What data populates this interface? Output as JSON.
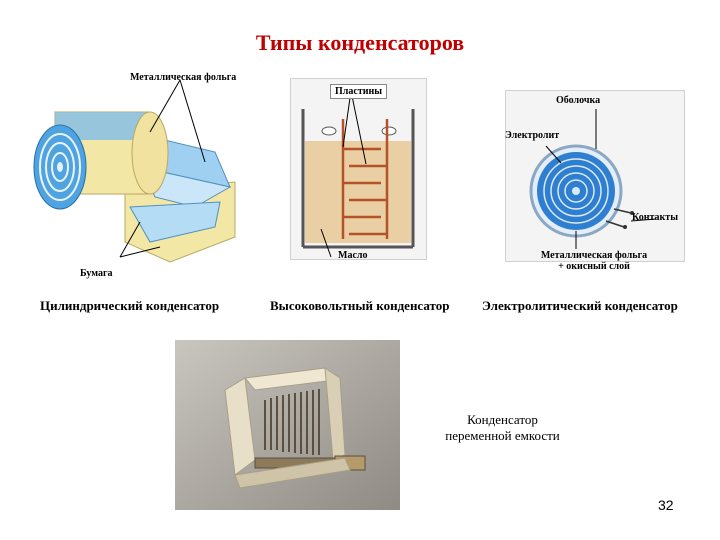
{
  "title": "Типы конденсаторов",
  "cylindrical": {
    "label_foil": "Металлическая фольга",
    "label_paper": "Бумага",
    "caption": "Цилиндрический конденсатор"
  },
  "high_voltage": {
    "label_plates": "Пластины",
    "label_oil": "Масло",
    "caption": "Высоковольтный конденсатор"
  },
  "electrolytic": {
    "label_shell": "Оболочка",
    "label_electrolyte": "Электролит",
    "label_contacts": "Контакты",
    "label_foil_line1": "Металлическая фольга",
    "label_foil_line2": "+ окисный слой",
    "caption": "Электролитический конденсатор"
  },
  "variable": {
    "caption_line1": "Конденсатор",
    "caption_line2": "переменной емкости"
  },
  "page_number": "32",
  "colors": {
    "title": "#c00000",
    "foil_blue": "#4fa3e0",
    "paper_yellow": "#f3e7a6",
    "oil": "#e9cfa3",
    "plates": "#b4532a",
    "electrolyte_blue": "#2f7fd1"
  }
}
